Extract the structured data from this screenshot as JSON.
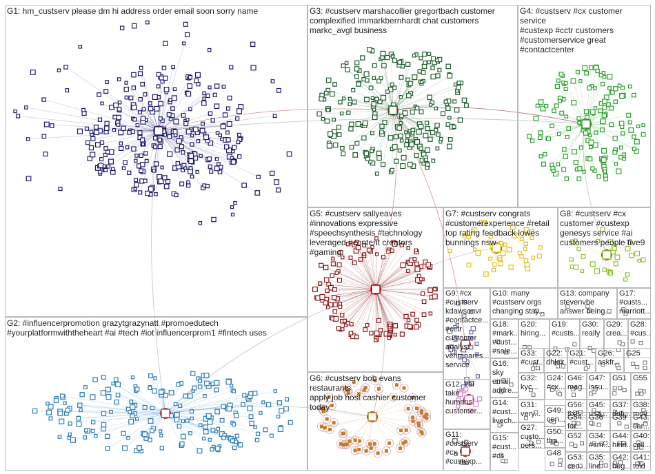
{
  "groups": [
    {
      "id": "G1",
      "label": "G1: hm_custserv please dm hi address order email soon sorry name",
      "color": "#1a1a6b"
    },
    {
      "id": "G2",
      "label": "G2: #influencerpromotion grazytgrazynatt #promoedutech\n#yourplatformwiththeheart #ai #tech #iot influencerprom1 #fintech uses",
      "color": "#2a7ab8"
    },
    {
      "id": "G3",
      "label": "G3: #custserv marshacollier gregortbach customer\ncomplexified immarkbernhardt chat customers\nmarkc_avgl business",
      "color": "#1e5e2e"
    },
    {
      "id": "G4",
      "label": "G4: #custserv #cx customer service\n#custexp #cctr customers\n#customerservice great\n#contactcenter",
      "color": "#2aa02a"
    },
    {
      "id": "G5",
      "label": "G5: #custserv sallyeaves\n#innovations expressive\n#speechsynthesis #technology\nleveraged #content creators #gaming",
      "color": "#8b1a1a"
    },
    {
      "id": "G6",
      "label": "G6: #custserv bob evans restaurants\napply job host cashier customer\ntoday",
      "color": "#c87a2a"
    },
    {
      "id": "G7",
      "label": "G7: #custserv congrats\n#customerexperience #retail\ntop rating feedback lowes\nbunnings nsw",
      "color": "#e0c020"
    },
    {
      "id": "G8",
      "label": "G8: #custserv #cx\ncustomer #custexp\ngenesys service #ai\ncustomers people five9",
      "color": "#90c030"
    },
    {
      "id": "G9",
      "label": "G9: #cx\n#custserv\nkdawsonvr\n#contactce...\n#cctr\ncustomer\nanalyst\nventanares...\nservice",
      "color": "#6a6aa0"
    },
    {
      "id": "G10",
      "label": "G10: many\n#custserv orgs\nchanging stay...",
      "color": "#707070"
    },
    {
      "id": "G11",
      "label": "G11:\n#custserv\n#cx\n#custexp...",
      "color": "#606060"
    },
    {
      "id": "G12",
      "label": "G12: #ai\ntake\nhumans\ncustomer...",
      "color": "#d080d0"
    },
    {
      "id": "G13",
      "label": "G13: company\nstevenvbe\nanswer being...",
      "color": "#707070"
    },
    {
      "id": "G14",
      "label": "G14:\n#cust...\nlivech...",
      "color": "#707070"
    },
    {
      "id": "G15",
      "label": "G15:\n#cust...\n#cs",
      "color": "#707070"
    },
    {
      "id": "G16",
      "label": "G16:\nsky\nemail\naddre...",
      "color": "#707070"
    },
    {
      "id": "G17",
      "label": "G17:\n#custs...\nmarriott...",
      "color": "#707070"
    },
    {
      "id": "G18",
      "label": "G18:\n#mark...\n#cust...\n#sale...",
      "color": "#707070"
    },
    {
      "id": "G19",
      "label": "G19:\n#custs...",
      "color": "#707070"
    },
    {
      "id": "G20",
      "label": "G20:\nhiring...",
      "color": "#707070"
    },
    {
      "id": "G21",
      "label": "G21:\n#cust...",
      "color": "#707070"
    },
    {
      "id": "G22",
      "label": "G22:\ndhlex...",
      "color": "#707070"
    },
    {
      "id": "G24",
      "label": "G24:\n#cx...",
      "color": "#707070"
    },
    {
      "id": "G25",
      "label": "G25",
      "color": "#707070"
    },
    {
      "id": "G26",
      "label": "G26:\naskfr...",
      "color": "#707070"
    },
    {
      "id": "G27",
      "label": "G27:\ncusto...\npers...",
      "color": "#707070"
    },
    {
      "id": "G28",
      "label": "G28:\n#cus...",
      "color": "#707070"
    },
    {
      "id": "G29",
      "label": "G29:\ncrea...",
      "color": "#707070"
    },
    {
      "id": "G30",
      "label": "G30:\nreally",
      "color": "#707070"
    },
    {
      "id": "G31",
      "label": "G31:\nvery...",
      "color": "#707070"
    },
    {
      "id": "G32",
      "label": "G32:\nkyc...",
      "color": "#707070"
    },
    {
      "id": "G33",
      "label": "G33:\n#cust...",
      "color": "#707070"
    },
    {
      "id": "G34",
      "label": "G34:\n#sm...",
      "color": "#707070"
    },
    {
      "id": "G35",
      "label": "G35:\nline",
      "color": "#707070"
    },
    {
      "id": "G36",
      "label": "G36",
      "color": "#707070"
    },
    {
      "id": "G37",
      "label": "G37:\ndeli...",
      "color": "#707070"
    },
    {
      "id": "G38",
      "label": "G38:\nmov...",
      "color": "#707070"
    },
    {
      "id": "G39",
      "label": "G39",
      "color": "#707070"
    },
    {
      "id": "G40",
      "label": "G40:\ncell...",
      "color": "#707070"
    },
    {
      "id": "G41",
      "label": "G41:\ntold",
      "color": "#707070"
    },
    {
      "id": "G42",
      "label": "G42:\nhug...",
      "color": "#707070"
    },
    {
      "id": "G43",
      "label": "G43:\ncar...",
      "color": "#707070"
    },
    {
      "id": "G44",
      "label": "G44:\nhirin...",
      "color": "#707070"
    },
    {
      "id": "G45",
      "label": "G45:\nusa...",
      "color": "#707070"
    },
    {
      "id": "G46",
      "label": "G46:\nmag...",
      "color": "#707070"
    },
    {
      "id": "G47",
      "label": "G47:\nissu...",
      "color": "#707070"
    },
    {
      "id": "G48",
      "label": "G48",
      "color": "#707070"
    },
    {
      "id": "G49",
      "label": "G49:\ncen...",
      "color": "#707070"
    },
    {
      "id": "G50",
      "label": "G50:\ntha...",
      "color": "#707070"
    },
    {
      "id": "G51",
      "label": "G51",
      "color": "#707070"
    },
    {
      "id": "G52",
      "label": "G52",
      "color": "#707070"
    },
    {
      "id": "G53",
      "label": "G53:\nceo...",
      "color": "#707070"
    },
    {
      "id": "G54",
      "label": "G54:\nfor...",
      "color": "#707070"
    },
    {
      "id": "G55",
      "label": "G55",
      "color": "#707070"
    },
    {
      "id": "G56",
      "label": "G56:\n8x8...",
      "color": "#707070"
    }
  ]
}
